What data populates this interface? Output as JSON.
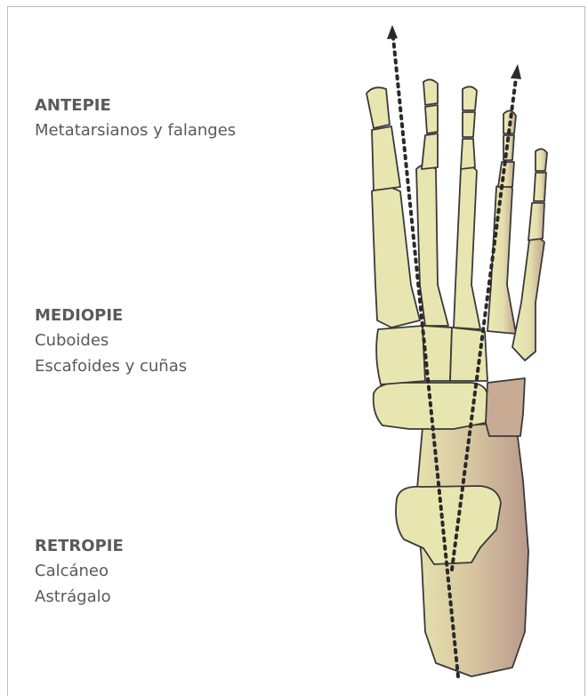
{
  "regions": [
    {
      "id": "antepie",
      "title": "ANTEPIE",
      "lines": [
        "Metatarsianos y falanges"
      ]
    },
    {
      "id": "mediopie",
      "title": "MEDIOPIE",
      "lines": [
        "Cuboides",
        "Escafoides y cuñas"
      ]
    },
    {
      "id": "retropie",
      "title": "RETROPIE",
      "lines": [
        "Calcáneo",
        "Astrágalo"
      ]
    }
  ],
  "colors": {
    "bone_fill": "#e8e6b0",
    "bone_fill_shadow": "#b89a86",
    "bone_outline": "#3a3a3a",
    "axis_dots": "#2a2a2a",
    "text": "#5a5a5a",
    "frame": "#bdbdbd"
  }
}
